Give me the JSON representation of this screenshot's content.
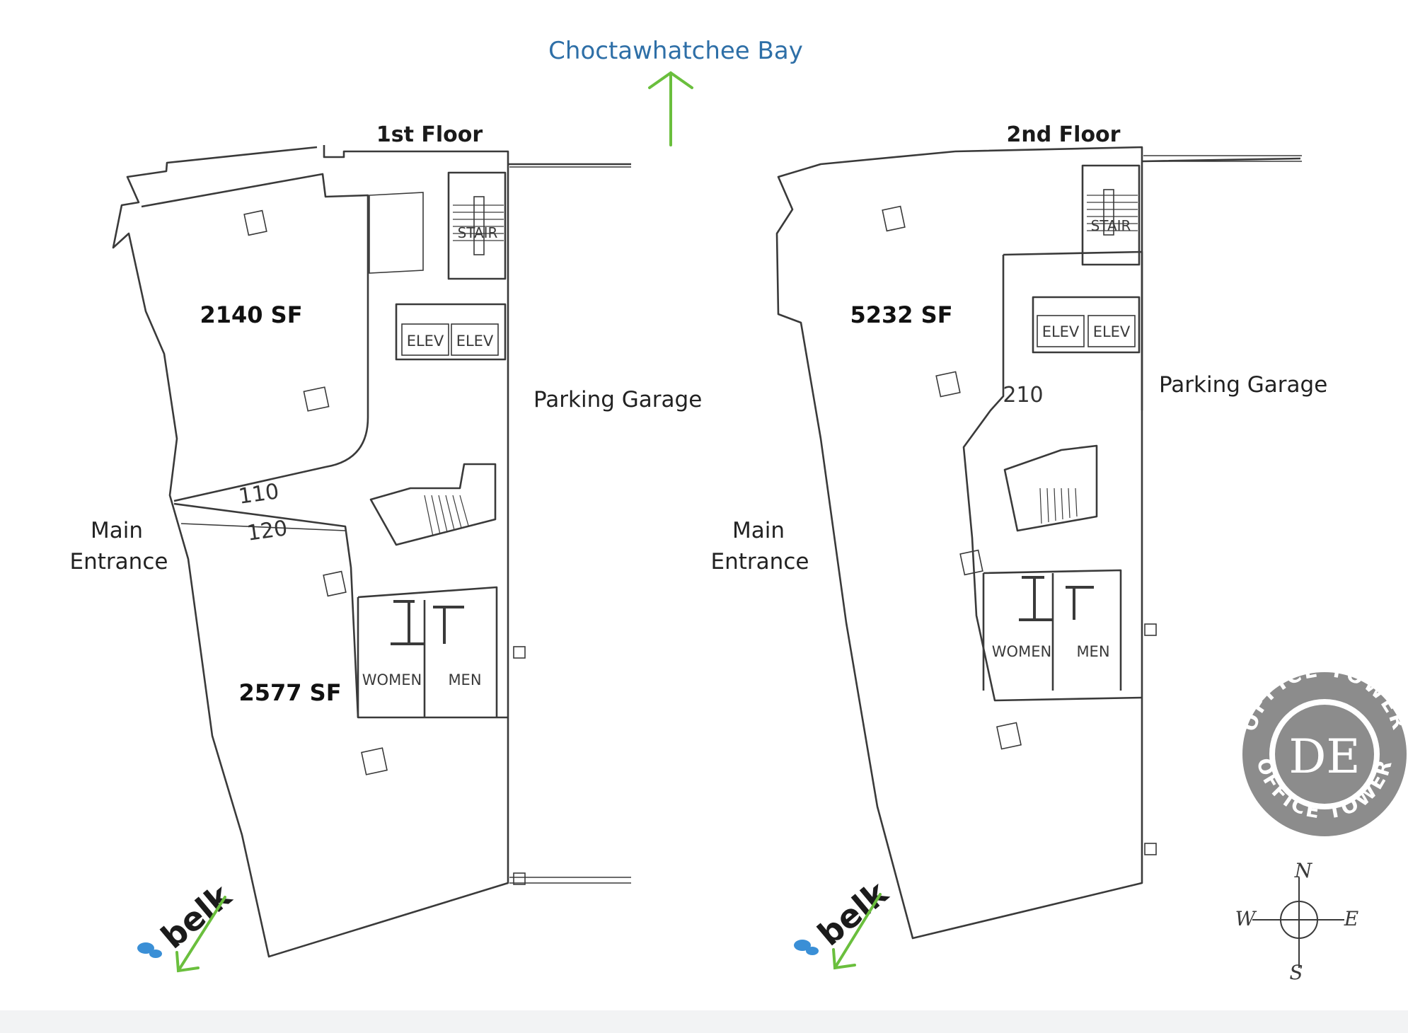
{
  "header": {
    "bay_label": "Choctawhatchee Bay"
  },
  "floors": [
    {
      "title": "1st Floor",
      "areas": [
        {
          "label": "2140 SF",
          "value": "2140",
          "unit": "SF"
        },
        {
          "label": "2577 SF",
          "value": "2577",
          "unit": "SF"
        }
      ],
      "room_numbers": [
        "110",
        "120"
      ],
      "labels": {
        "stair": "STAIR",
        "elev1": "ELEV",
        "elev2": "ELEV",
        "parking": "Parking Garage",
        "entrance_line1": "Main",
        "entrance_line2": "Entrance",
        "women": "WOMEN",
        "men": "MEN"
      }
    },
    {
      "title": "2nd Floor",
      "areas": [
        {
          "label": "5232 SF",
          "value": "5232",
          "unit": "SF"
        }
      ],
      "room_numbers": [
        "210"
      ],
      "labels": {
        "stair": "STAIR",
        "elev1": "ELEV",
        "elev2": "ELEV",
        "parking": "Parking Garage",
        "entrance_line1": "Main",
        "entrance_line2": "Entrance",
        "women": "WOMEN",
        "men": "MEN"
      }
    }
  ],
  "logo": {
    "top_text": "OFFICE TOWER",
    "monogram": "DE",
    "bottom_text": "OFFICE TOWER"
  },
  "compass": {
    "north": "N",
    "south": "S",
    "east": "E",
    "west": "W"
  },
  "belk_marks": [
    {
      "text": "belk"
    },
    {
      "text": "belk"
    }
  ],
  "colors": {
    "bay_text": "#2e6fa7",
    "arrow": "#6abf3d",
    "line": "#3a3a3a",
    "logo": "#8c8c8c",
    "belk_leaf": "#3a8fd6"
  },
  "icons": [
    "north-arrow-icon",
    "belk-arrow-icon",
    "compass-rose-icon"
  ]
}
